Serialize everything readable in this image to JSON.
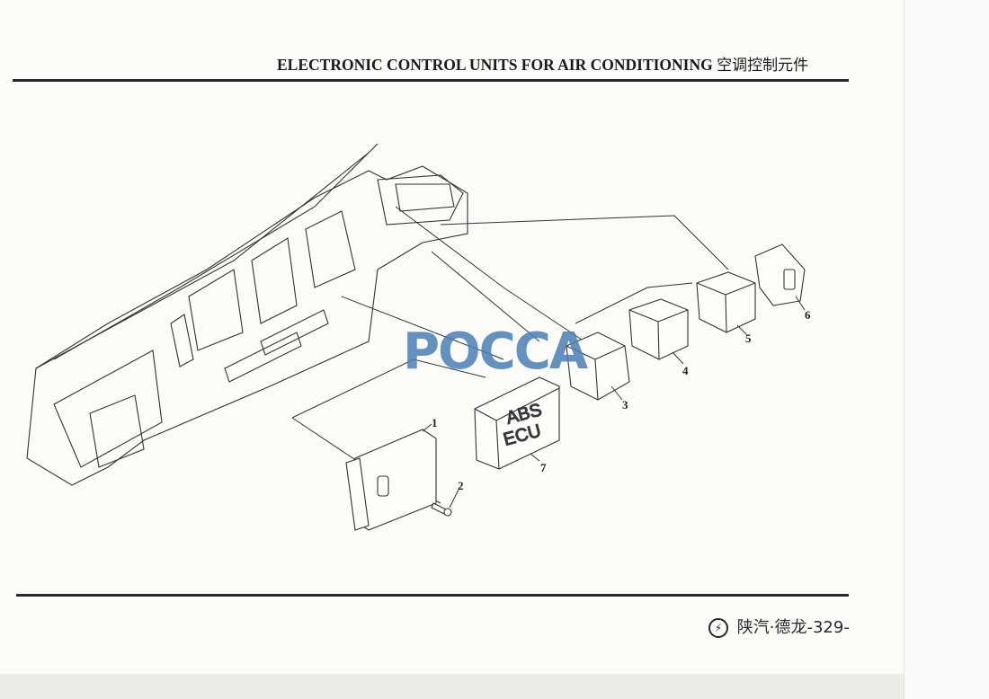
{
  "header": {
    "title_en": "ELECTRONIC CONTROL UNITS FOR AIR CONDITIONING",
    "title_cn": "空调控制元件"
  },
  "diagram": {
    "callouts": [
      "1",
      "2",
      "3",
      "4",
      "5",
      "6",
      "7"
    ],
    "ecu_label_line1": "ABS",
    "ecu_label_line2": "ECU",
    "watermark": "POCCA"
  },
  "footer": {
    "logo_icon": "shaanxi-auto-logo-icon",
    "brand": "陕汽·德龙",
    "page_number": "-329-"
  }
}
